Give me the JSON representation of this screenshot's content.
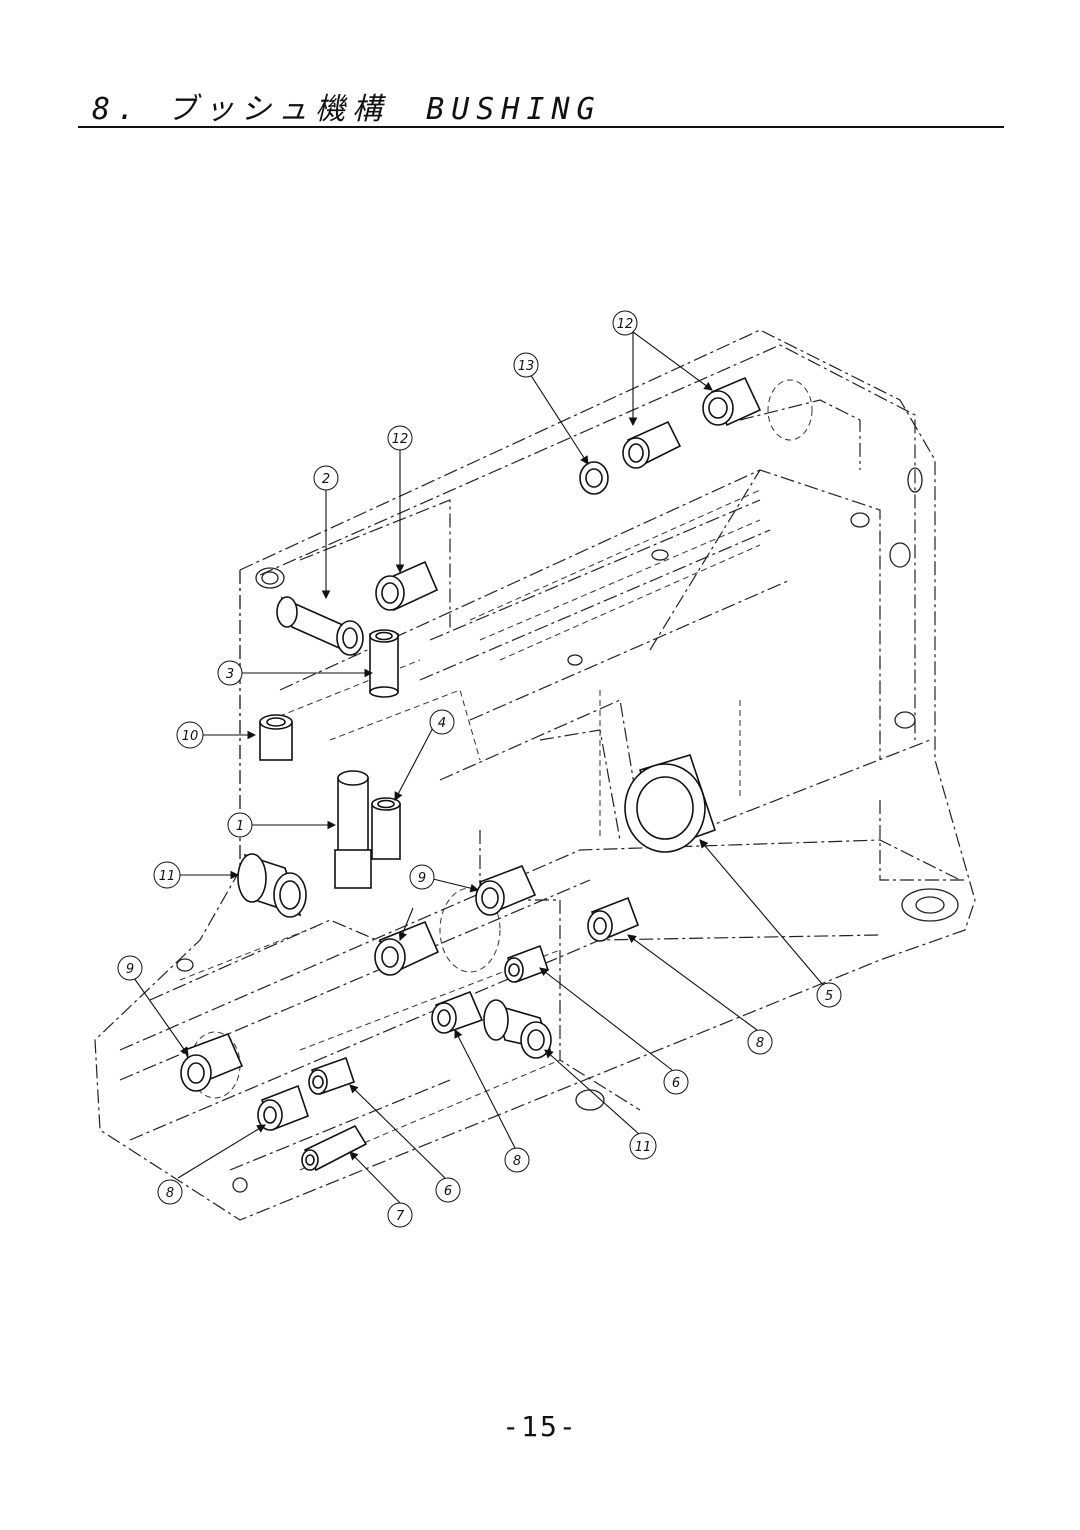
{
  "header": {
    "title": "8. ブッシュ機構　BUSHING"
  },
  "footer": {
    "page_number": "-15-"
  },
  "callouts": [
    {
      "id": "c12a",
      "label": "12"
    },
    {
      "id": "c13",
      "label": "13"
    },
    {
      "id": "c12b",
      "label": "12"
    },
    {
      "id": "c2",
      "label": "2"
    },
    {
      "id": "c3",
      "label": "3"
    },
    {
      "id": "c10",
      "label": "10"
    },
    {
      "id": "c4",
      "label": "4"
    },
    {
      "id": "c1",
      "label": "1"
    },
    {
      "id": "c11a",
      "label": "11"
    },
    {
      "id": "c9a",
      "label": "9"
    },
    {
      "id": "c9b",
      "label": "9"
    },
    {
      "id": "c5",
      "label": "5"
    },
    {
      "id": "c8a",
      "label": "8"
    },
    {
      "id": "c6a",
      "label": "6"
    },
    {
      "id": "c11b",
      "label": "11"
    },
    {
      "id": "c8b",
      "label": "8"
    },
    {
      "id": "c6b",
      "label": "6"
    },
    {
      "id": "c7",
      "label": "7"
    },
    {
      "id": "c8c",
      "label": "8"
    }
  ]
}
